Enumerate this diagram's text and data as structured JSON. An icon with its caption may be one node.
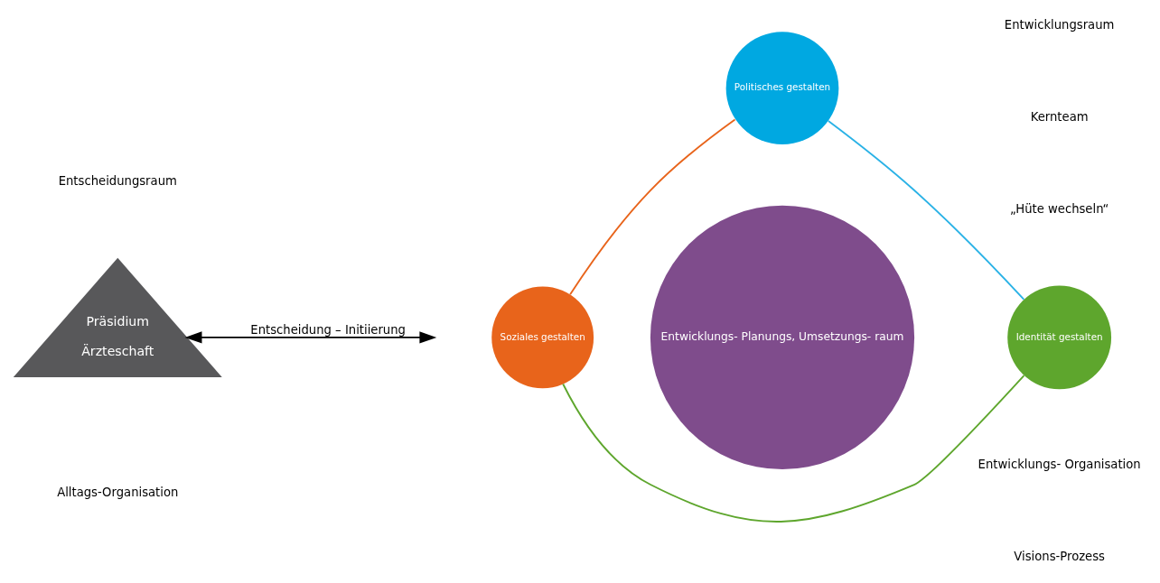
{
  "diagram": {
    "nodes": [
      {
        "text": [
          "Präsidium",
          "Ärzteschaft"
        ]
      },
      {
        "text": [
          "Politisches gestalten"
        ]
      },
      {
        "text": [
          "Entwicklungs- Planungs, Umsetzungs- raum"
        ]
      },
      {
        "text": [
          "Soziales gestalten"
        ]
      },
      {
        "text": [
          "Identität gestalten"
        ]
      }
    ],
    "edges": [
      {
        "from": 0,
        "to": null,
        "arrow": "both",
        "label": "Entscheidung – Initiierung"
      },
      {
        "from": 3,
        "to": 1,
        "arrow": "none",
        "color": "#e8641b"
      },
      {
        "from": 1,
        "to": 4,
        "arrow": "none",
        "color": "#2ab2e6"
      },
      {
        "from": 4,
        "to": 3,
        "arrow": "none",
        "color": "#5ea62d"
      }
    ],
    "labels": [
      "Entscheidungsraum",
      "Entwicklungsraum",
      "Kernteam",
      "„Hüte wechseln“",
      "Alltags-Organisation",
      "Entwicklungs- Organisation",
      "Visions-Prozess"
    ]
  }
}
